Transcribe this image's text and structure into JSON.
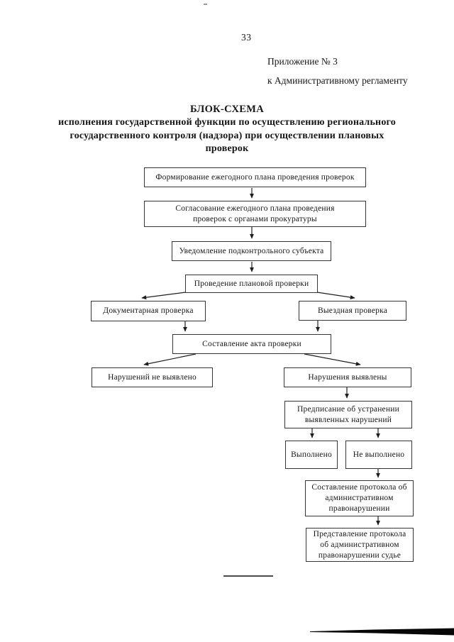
{
  "page": {
    "page_number": "33",
    "appendix_line1": "Приложение № 3",
    "appendix_line2": "к Административному регламенту"
  },
  "title": {
    "heading": "БЛОК-СХЕМА",
    "subtitle": "исполнения государственной функции по осуществлению регионального\nгосударственного контроля (надзора) при осуществлении плановых\nпроверок"
  },
  "flowchart": {
    "nodes": [
      {
        "id": "plan-formation",
        "label": "Формирование ежегодного плана проведения проверок"
      },
      {
        "id": "plan-approval",
        "label": "Согласование ежегодного плана проведения\nпроверок с органами прокуратуры"
      },
      {
        "id": "notification",
        "label": "Уведомление подконтрольного субъекта"
      },
      {
        "id": "inspection",
        "label": "Проведение плановой проверки"
      },
      {
        "id": "documentary-check",
        "label": "Документарная проверка"
      },
      {
        "id": "field-check",
        "label": "Выездная проверка"
      },
      {
        "id": "act-drafting",
        "label": "Составление акта проверки"
      },
      {
        "id": "no-violations",
        "label": "Нарушений не выявлено"
      },
      {
        "id": "violations-found",
        "label": "Нарушения выявлены"
      },
      {
        "id": "remedial-order",
        "label": "Предписание об устранении\nвыявленных нарушений"
      },
      {
        "id": "fulfilled",
        "label": "Выполнено"
      },
      {
        "id": "not-fulfilled",
        "label": "Не выполнено"
      },
      {
        "id": "protocol-drafting",
        "label": "Составление протокола об\nадминистративном\nправонарушении"
      },
      {
        "id": "protocol-to-judge",
        "label": "Представление протокола\nоб административном\nправонарушении судье"
      }
    ],
    "edges": [
      {
        "from": "plan-formation",
        "to": "plan-approval"
      },
      {
        "from": "plan-approval",
        "to": "notification"
      },
      {
        "from": "notification",
        "to": "inspection"
      },
      {
        "from": "inspection",
        "to": "documentary-check"
      },
      {
        "from": "inspection",
        "to": "field-check"
      },
      {
        "from": "documentary-check",
        "to": "act-drafting"
      },
      {
        "from": "field-check",
        "to": "act-drafting"
      },
      {
        "from": "act-drafting",
        "to": "no-violations"
      },
      {
        "from": "act-drafting",
        "to": "violations-found"
      },
      {
        "from": "violations-found",
        "to": "remedial-order"
      },
      {
        "from": "remedial-order",
        "to": "fulfilled"
      },
      {
        "from": "remedial-order",
        "to": "not-fulfilled"
      },
      {
        "from": "not-fulfilled",
        "to": "protocol-drafting"
      },
      {
        "from": "protocol-drafting",
        "to": "protocol-to-judge"
      }
    ]
  },
  "colors": {
    "ink": "#1e1e1e",
    "border": "#353535",
    "background": "#ffffff"
  }
}
